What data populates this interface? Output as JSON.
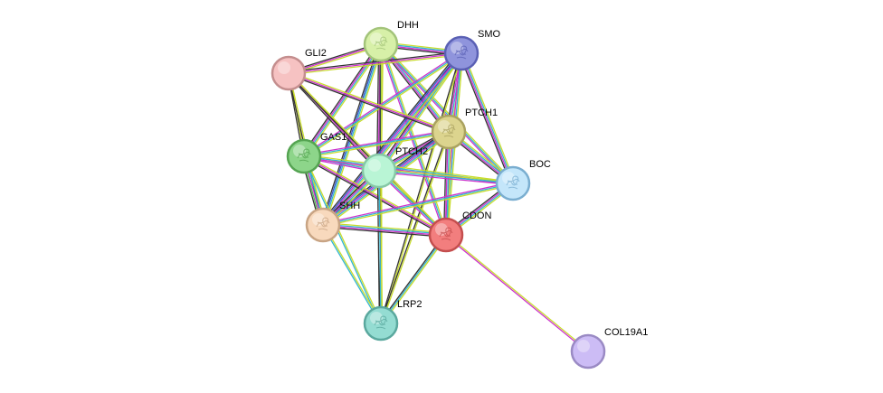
{
  "network": {
    "edge_colors": {
      "black": "#333333",
      "magenta": "#cc33cc",
      "yellowgreen": "#c8dc2d",
      "cyan": "#33b5d0",
      "blue": "#3355cc",
      "green": "#55bb55"
    },
    "nodes": [
      {
        "id": "DHH",
        "label": "DHH",
        "fill": "#d7f0a8",
        "stroke": "#a3c47a",
        "icon": "protein-structure-icon"
      },
      {
        "id": "SMO",
        "label": "SMO",
        "fill": "#8f94dc",
        "stroke": "#5a60b4",
        "icon": "protein-structure-icon"
      },
      {
        "id": "GLI2",
        "label": "GLI2",
        "fill": "#f6c2c2",
        "stroke": "#c48e8e",
        "icon": ""
      },
      {
        "id": "PTCH1",
        "label": "PTCH1",
        "fill": "#dcd48e",
        "stroke": "#aaa260",
        "icon": "protein-structure-icon"
      },
      {
        "id": "GAS1",
        "label": "GAS1",
        "fill": "#8dd58a",
        "stroke": "#55a452",
        "icon": "protein-structure-icon"
      },
      {
        "id": "PTCH2",
        "label": "PTCH2",
        "fill": "#b9f5d5",
        "stroke": "#86c8a6",
        "icon": ""
      },
      {
        "id": "BOC",
        "label": "BOC",
        "fill": "#c4e6fa",
        "stroke": "#7aaed0",
        "icon": "protein-structure-icon"
      },
      {
        "id": "SHH",
        "label": "SHH",
        "fill": "#f8d9bd",
        "stroke": "#c8a484",
        "icon": "protein-structure-icon"
      },
      {
        "id": "CDON",
        "label": "CDON",
        "fill": "#f27e7e",
        "stroke": "#c44e4e",
        "icon": "protein-structure-icon"
      },
      {
        "id": "LRP2",
        "label": "LRP2",
        "fill": "#94dcd2",
        "stroke": "#5aa89e",
        "icon": "protein-structure-icon"
      },
      {
        "id": "COL19A1",
        "label": "COL19A1",
        "fill": "#ccbcf5",
        "stroke": "#9a8ac4",
        "icon": ""
      }
    ],
    "edges": [
      {
        "source": "DHH",
        "target": "SMO",
        "colors": [
          "yellowgreen",
          "cyan",
          "magenta",
          "black"
        ]
      },
      {
        "source": "DHH",
        "target": "GLI2",
        "colors": [
          "yellowgreen",
          "magenta",
          "black"
        ]
      },
      {
        "source": "DHH",
        "target": "PTCH1",
        "colors": [
          "yellowgreen",
          "cyan",
          "magenta",
          "black"
        ]
      },
      {
        "source": "DHH",
        "target": "GAS1",
        "colors": [
          "yellowgreen",
          "cyan",
          "magenta",
          "black"
        ]
      },
      {
        "source": "DHH",
        "target": "PTCH2",
        "colors": [
          "yellowgreen",
          "cyan",
          "magenta",
          "black"
        ]
      },
      {
        "source": "DHH",
        "target": "BOC",
        "colors": [
          "yellowgreen",
          "cyan",
          "magenta"
        ]
      },
      {
        "source": "DHH",
        "target": "SHH",
        "colors": [
          "yellowgreen",
          "cyan",
          "blue",
          "black"
        ]
      },
      {
        "source": "DHH",
        "target": "CDON",
        "colors": [
          "yellowgreen",
          "cyan",
          "magenta"
        ]
      },
      {
        "source": "DHH",
        "target": "LRP2",
        "colors": [
          "yellowgreen",
          "black"
        ]
      },
      {
        "source": "SMO",
        "target": "GLI2",
        "colors": [
          "yellowgreen",
          "magenta",
          "black"
        ]
      },
      {
        "source": "SMO",
        "target": "PTCH1",
        "colors": [
          "yellowgreen",
          "cyan",
          "magenta",
          "black"
        ]
      },
      {
        "source": "SMO",
        "target": "GAS1",
        "colors": [
          "yellowgreen",
          "cyan",
          "magenta"
        ]
      },
      {
        "source": "SMO",
        "target": "PTCH2",
        "colors": [
          "yellowgreen",
          "cyan",
          "magenta",
          "black"
        ]
      },
      {
        "source": "SMO",
        "target": "BOC",
        "colors": [
          "yellowgreen",
          "cyan",
          "magenta",
          "black"
        ]
      },
      {
        "source": "SMO",
        "target": "SHH",
        "colors": [
          "yellowgreen",
          "cyan",
          "magenta",
          "blue",
          "black"
        ]
      },
      {
        "source": "SMO",
        "target": "CDON",
        "colors": [
          "yellowgreen",
          "cyan",
          "magenta"
        ]
      },
      {
        "source": "SMO",
        "target": "LRP2",
        "colors": [
          "yellowgreen",
          "black"
        ]
      },
      {
        "source": "GLI2",
        "target": "PTCH1",
        "colors": [
          "yellowgreen",
          "magenta",
          "black"
        ]
      },
      {
        "source": "GLI2",
        "target": "GAS1",
        "colors": [
          "yellowgreen",
          "black"
        ]
      },
      {
        "source": "GLI2",
        "target": "PTCH2",
        "colors": [
          "yellowgreen",
          "magenta",
          "black"
        ]
      },
      {
        "source": "GLI2",
        "target": "SHH",
        "colors": [
          "yellowgreen",
          "black"
        ]
      },
      {
        "source": "GLI2",
        "target": "CDON",
        "colors": [
          "yellowgreen",
          "black"
        ]
      },
      {
        "source": "PTCH1",
        "target": "GAS1",
        "colors": [
          "yellowgreen",
          "cyan",
          "magenta"
        ]
      },
      {
        "source": "PTCH1",
        "target": "PTCH2",
        "colors": [
          "yellowgreen",
          "cyan",
          "magenta",
          "black"
        ]
      },
      {
        "source": "PTCH1",
        "target": "BOC",
        "colors": [
          "yellowgreen",
          "cyan",
          "magenta",
          "black"
        ]
      },
      {
        "source": "PTCH1",
        "target": "SHH",
        "colors": [
          "yellowgreen",
          "cyan",
          "magenta",
          "blue",
          "black"
        ]
      },
      {
        "source": "PTCH1",
        "target": "CDON",
        "colors": [
          "yellowgreen",
          "cyan",
          "magenta",
          "black"
        ]
      },
      {
        "source": "PTCH1",
        "target": "LRP2",
        "colors": [
          "yellowgreen",
          "black"
        ]
      },
      {
        "source": "GAS1",
        "target": "PTCH2",
        "colors": [
          "yellowgreen",
          "cyan",
          "magenta"
        ]
      },
      {
        "source": "GAS1",
        "target": "BOC",
        "colors": [
          "yellowgreen",
          "cyan",
          "magenta"
        ]
      },
      {
        "source": "GAS1",
        "target": "SHH",
        "colors": [
          "yellowgreen",
          "cyan",
          "magenta",
          "green",
          "black"
        ]
      },
      {
        "source": "GAS1",
        "target": "CDON",
        "colors": [
          "yellowgreen",
          "magenta",
          "black"
        ]
      },
      {
        "source": "GAS1",
        "target": "LRP2",
        "colors": [
          "yellowgreen",
          "cyan"
        ]
      },
      {
        "source": "PTCH2",
        "target": "BOC",
        "colors": [
          "yellowgreen",
          "cyan",
          "magenta"
        ]
      },
      {
        "source": "PTCH2",
        "target": "SHH",
        "colors": [
          "yellowgreen",
          "cyan",
          "magenta",
          "black"
        ]
      },
      {
        "source": "PTCH2",
        "target": "CDON",
        "colors": [
          "yellowgreen",
          "cyan",
          "magenta"
        ]
      },
      {
        "source": "PTCH2",
        "target": "LRP2",
        "colors": [
          "yellowgreen",
          "cyan",
          "black"
        ]
      },
      {
        "source": "BOC",
        "target": "SHH",
        "colors": [
          "yellowgreen",
          "cyan",
          "magenta"
        ]
      },
      {
        "source": "BOC",
        "target": "CDON",
        "colors": [
          "yellowgreen",
          "cyan",
          "magenta",
          "black"
        ]
      },
      {
        "source": "SHH",
        "target": "CDON",
        "colors": [
          "yellowgreen",
          "cyan",
          "magenta",
          "black"
        ]
      },
      {
        "source": "SHH",
        "target": "LRP2",
        "colors": [
          "yellowgreen",
          "cyan"
        ]
      },
      {
        "source": "CDON",
        "target": "LRP2",
        "colors": [
          "yellowgreen",
          "cyan",
          "black"
        ]
      },
      {
        "source": "CDON",
        "target": "COL19A1",
        "colors": [
          "yellowgreen",
          "magenta"
        ]
      }
    ]
  }
}
